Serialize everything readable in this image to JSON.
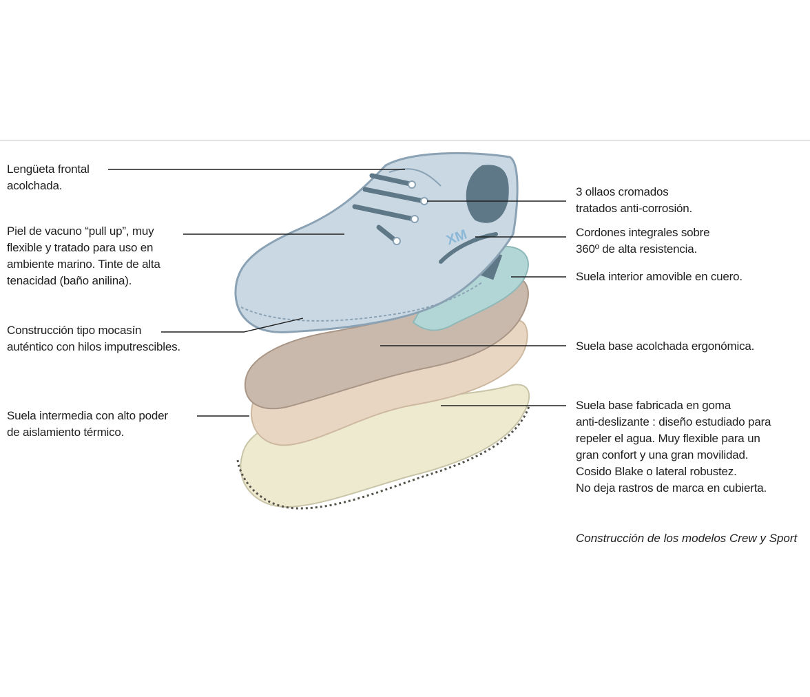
{
  "diagram": {
    "brand_logo": "XM",
    "labels_left": [
      {
        "lines": [
          "Lengüeta frontal",
          "acolchada."
        ]
      },
      {
        "lines": [
          "Piel de vacuno “pull up”, muy",
          "flexible y tratado para uso en",
          "ambiente marino. Tinte de alta",
          "tenacidad (baño anilina)."
        ]
      },
      {
        "lines": [
          "Construcción tipo mocasín",
          "auténtico con hilos imputrescibles."
        ]
      },
      {
        "lines": [
          "Suela intermedia con alto poder",
          "de aislamiento térmico."
        ]
      }
    ],
    "labels_right": [
      {
        "lines": [
          "3 ollaos cromados",
          "tratados anti-corrosión."
        ]
      },
      {
        "lines": [
          "Cordones integrales sobre",
          "360º de alta resistencia."
        ]
      },
      {
        "lines": [
          "Suela interior amovible en cuero."
        ]
      },
      {
        "lines": [
          "Suela base acolchada ergonómica."
        ]
      },
      {
        "lines": [
          "Suela base fabricada  en goma",
          "anti-deslizante : diseño estudiado para",
          "repeler el agua. Muy flexible para un",
          "gran confort y una gran movilidad.",
          "Cosido Blake o lateral robustez.",
          "No deja rastros de marca en cubierta."
        ]
      }
    ],
    "caption": "Construcción de los modelos Crew y Sport",
    "colors": {
      "shoe": "#c9d8e3",
      "shoe_outline": "#8aa2b4",
      "lace": "#5f7888",
      "insole": "#b2d6d6",
      "cushion_sole": "#c9b9ac",
      "mid_sole": "#e9d6c2",
      "base_sole": "#eeead0",
      "leader_line": "#1f1f1f"
    }
  }
}
